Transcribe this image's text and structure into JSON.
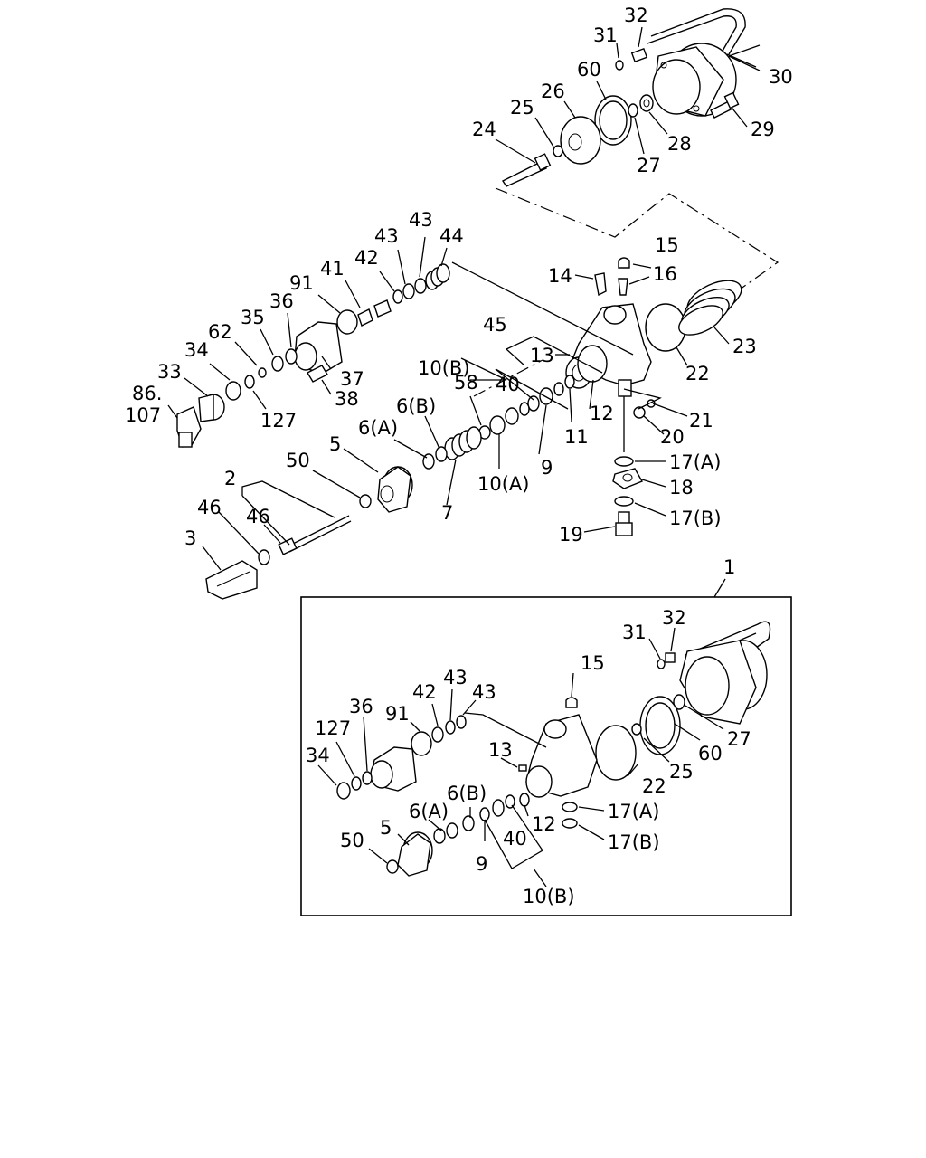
{
  "diagram": {
    "labels": {
      "p32": "32",
      "p31": "31",
      "p30": "30",
      "p60": "60",
      "p26": "26",
      "p25": "25",
      "p24": "24",
      "p29": "29",
      "p28": "28",
      "p27": "27",
      "p43a": "43",
      "p43b": "43",
      "p44": "44",
      "p42": "42",
      "p41": "41",
      "p91": "91",
      "p36": "36",
      "p35": "35",
      "p62": "62",
      "p34": "34",
      "p33": "33",
      "p86": "86.",
      "p107": "107",
      "p127": "127",
      "p37": "37",
      "p38": "38",
      "p15": "15",
      "p14": "14",
      "p16": "16",
      "p23": "23",
      "p22": "22",
      "p45": "45",
      "p13": "13",
      "p10B": "10(B)",
      "p40": "40",
      "p58": "58",
      "p6B": "6(B)",
      "p6A": "6(A)",
      "p12": "12",
      "p11": "11",
      "p9": "9",
      "p10A": "10(A)",
      "p7": "7",
      "p21": "21",
      "p20": "20",
      "p17A": "17(A)",
      "p18": "18",
      "p17B": "17(B)",
      "p19": "19",
      "p5": "5",
      "p50": "50",
      "p2": "2",
      "p46a": "46",
      "p46b": "46",
      "p3": "3",
      "p1": "1"
    },
    "inset_labels": {
      "i31": "31",
      "i32": "32",
      "i15": "15",
      "i42": "42",
      "i43a": "43",
      "i43b": "43",
      "i36": "36",
      "i91": "91",
      "i127": "127",
      "i34": "34",
      "i13": "13",
      "i22": "22",
      "i25": "25",
      "i60": "60",
      "i27": "27",
      "i6B": "6(B)",
      "i6A": "6(A)",
      "i12": "12",
      "i5": "5",
      "i50": "50",
      "i40": "40",
      "i9": "9",
      "i10B": "10(B)",
      "i17A": "17(A)",
      "i17B": "17(B)"
    }
  }
}
